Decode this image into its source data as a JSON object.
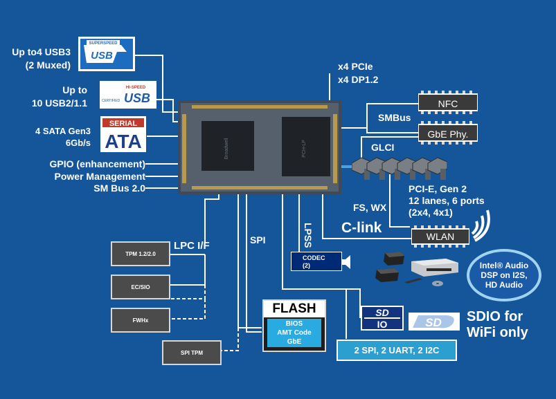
{
  "left_labels": {
    "usb3_line1": "Up to4 USB3",
    "usb3_line2": "(2 Muxed)",
    "usb2_line1": "Up to",
    "usb2_line2": "10 USB2/1.1",
    "sata_line1": "4 SATA Gen3",
    "sata_line2": "6Gb/s",
    "gpio": "GPIO (enhancement)",
    "power": "Power Management",
    "smbus": "SM Bus 2.0"
  },
  "logos": {
    "superspeed_usb": "USB",
    "superspeed_top": "SUPERSPEED",
    "hispeed_usb": "USB",
    "hispeed_top": "HI-SPEED",
    "certified": "CERTIFIED",
    "serial": "SERIAL",
    "ata": "ATA"
  },
  "top_right": {
    "pcie": "x4 PCIe",
    "dp": "x4 DP1.2"
  },
  "right": {
    "smbus": "SMBus",
    "nfc": "NFC",
    "gbe_phy": "GbE Phy.",
    "glci": "GLCI",
    "pcie_line1": "PCI-E, Gen 2",
    "pcie_line2": "12 lanes, 6 ports",
    "pcie_line3": "(2x4, 4x1)",
    "fs_wx": "FS, WX",
    "clink": "C-link",
    "wlan": "WLAN"
  },
  "bottom": {
    "lpc": "LPC I/F",
    "spi": "SPI",
    "lpss": "LPSS",
    "codec_line1": "CODEC",
    "codec_line2": "(2)",
    "tpm": "TPM 1.2/2.0",
    "ecsio": "EC/SIO",
    "fwh": "FWHx",
    "spi_tpm": "SPI TPM",
    "flash_title": "FLASH",
    "flash_bios": "BIOS",
    "flash_amt": "AMT Code",
    "flash_gbe": "GbE",
    "serial_io": "2 SPI, 2 UART, 2 I2C",
    "sdio_line1": "SDIO for",
    "sdio_line2": "WiFi only",
    "sdio_logo_top": "SD",
    "sdio_logo_bottom": "IO",
    "sd_logo": "SD"
  },
  "audio": {
    "line1": "Intel® Audio",
    "line2": "DSP on I2S,",
    "line3": "HD  Audio"
  },
  "colors": {
    "background": "#15569b",
    "text": "#ffffff",
    "chip_gray": "#4b4b4b",
    "flash_blue": "#29abe2",
    "serial_io_box": "#2a9fd0",
    "navy_box": "#002a75",
    "audio_ring": "#9fd3ee"
  }
}
